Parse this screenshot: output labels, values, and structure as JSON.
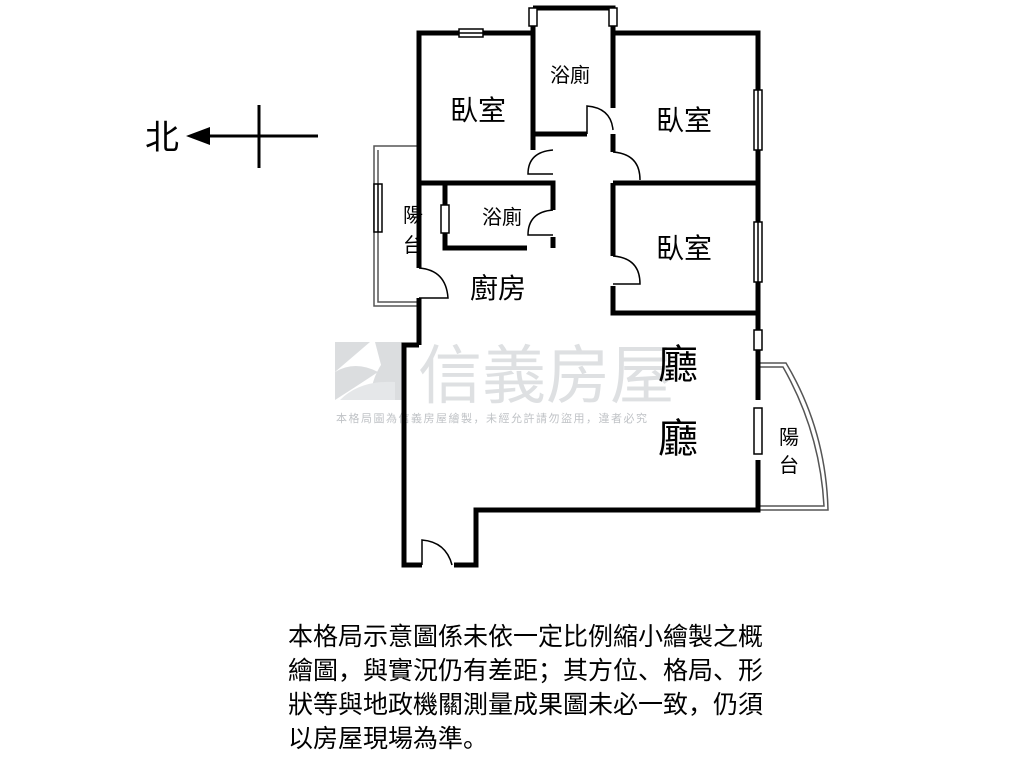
{
  "compass": {
    "label": "北"
  },
  "rooms": {
    "bedroom_top_left": "臥室",
    "bedroom_top_right": "臥室",
    "bedroom_middle_right": "臥室",
    "bathroom_top": "浴廁",
    "bathroom_middle": "浴廁",
    "balcony_west": "陽台",
    "balcony_east": "陽台",
    "kitchen": "廚房",
    "living_hall": "廳",
    "dining_hall": "廳"
  },
  "watermark": {
    "brand": "信義房屋",
    "notice": "本格局圖為信義房屋繪製，未經允許請勿盜用，違者必究"
  },
  "disclaimer": {
    "lines": [
      "本格局示意圖係未依一定比例縮小繪製之概",
      "繪圖，與實況仍有差距；其方位、格局、形",
      "狀等與地政機關測量成果圖未必一致，仍須",
      "以房屋現場為準。"
    ]
  }
}
